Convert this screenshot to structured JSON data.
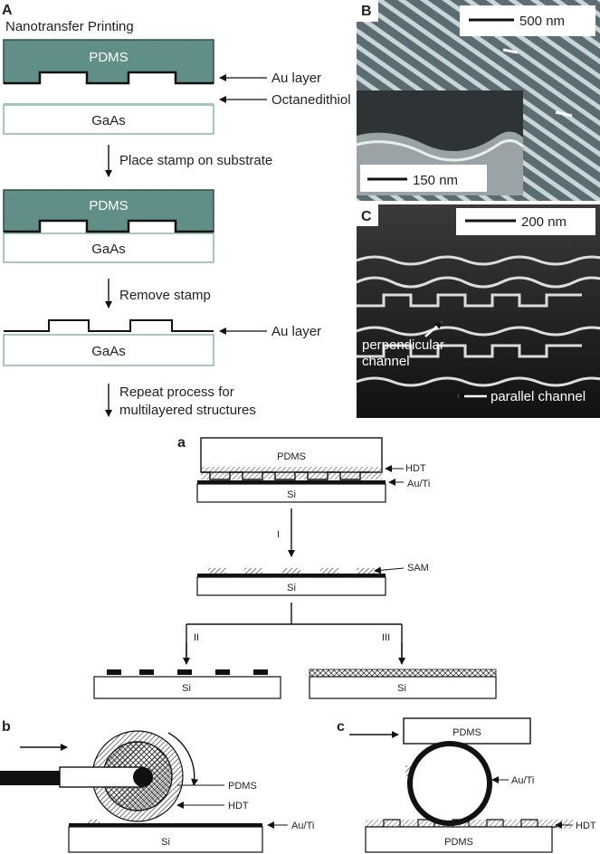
{
  "panel_A": {
    "letter": "A",
    "title": "Nanotransfer Printing",
    "stamp_label": "PDMS",
    "au_layer": "Au layer",
    "octanedithiol": "Octanedithiol",
    "substrate": "GaAs",
    "step1": "Place stamp on substrate",
    "step2": "Remove stamp",
    "step3_line1": "Repeat process for",
    "step3_line2": "multilayered structures"
  },
  "panel_B": {
    "letter": "B",
    "scale_main": "500 nm",
    "scale_inset": "150 nm"
  },
  "panel_C": {
    "letter": "C",
    "scale": "200 nm",
    "perpendicular_line1": "perpendicular",
    "perpendicular_line2": "channel",
    "parallel": "parallel channel"
  },
  "panel_a": {
    "letter": "a",
    "pdms": "PDMS",
    "hdt": "HDT",
    "auti": "Au/Ti",
    "si": "Si",
    "step1": "I",
    "sam": "SAM",
    "step2": "II",
    "step3": "III"
  },
  "panel_b": {
    "letter": "b",
    "pdms": "PDMS",
    "hdt": "HDT",
    "auti": "Au/Ti",
    "si": "Si"
  },
  "panel_c": {
    "letter": "c",
    "pdms_top": "PDMS",
    "auti": "Au/Ti",
    "hdt": "HDT",
    "pdms_bottom": "PDMS"
  },
  "colors": {
    "stamp": "#5f8f86",
    "stamp_edge": "#2f4f4a",
    "sem_dark": "#1a1a1a"
  }
}
